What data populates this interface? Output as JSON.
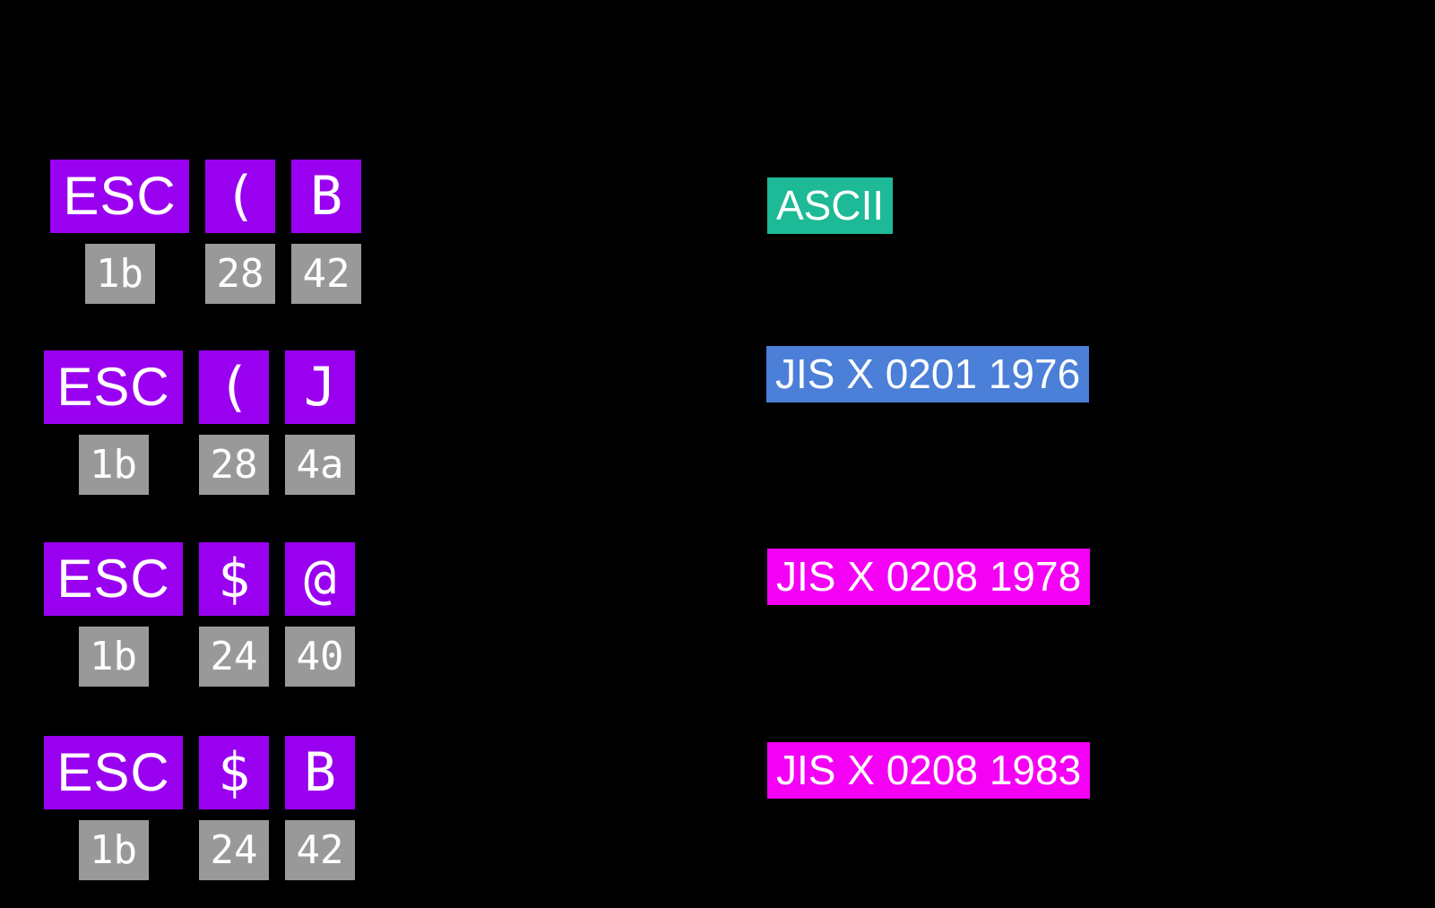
{
  "colors": {
    "background": "#000000",
    "sequence_box": "#9A00F0",
    "hex_box": "#999999",
    "label_ascii": "#1EB996",
    "label_jis0201": "#4B7FD8",
    "label_jis0208": "#F400F4",
    "text": "#FFFFFF"
  },
  "rows": [
    {
      "bytes": [
        {
          "char": "ESC",
          "hex": "1b"
        },
        {
          "char": "(",
          "hex": "28"
        },
        {
          "char": "B",
          "hex": "42"
        }
      ],
      "label": "ASCII"
    },
    {
      "bytes": [
        {
          "char": "ESC",
          "hex": "1b"
        },
        {
          "char": "(",
          "hex": "28"
        },
        {
          "char": "J",
          "hex": "4a"
        }
      ],
      "label": "JIS X 0201 1976"
    },
    {
      "bytes": [
        {
          "char": "ESC",
          "hex": "1b"
        },
        {
          "char": "$",
          "hex": "24"
        },
        {
          "char": "@",
          "hex": "40"
        }
      ],
      "label": "JIS X 0208 1978"
    },
    {
      "bytes": [
        {
          "char": "ESC",
          "hex": "1b"
        },
        {
          "char": "$",
          "hex": "24"
        },
        {
          "char": "B",
          "hex": "42"
        }
      ],
      "label": "JIS X 0208 1983"
    }
  ]
}
